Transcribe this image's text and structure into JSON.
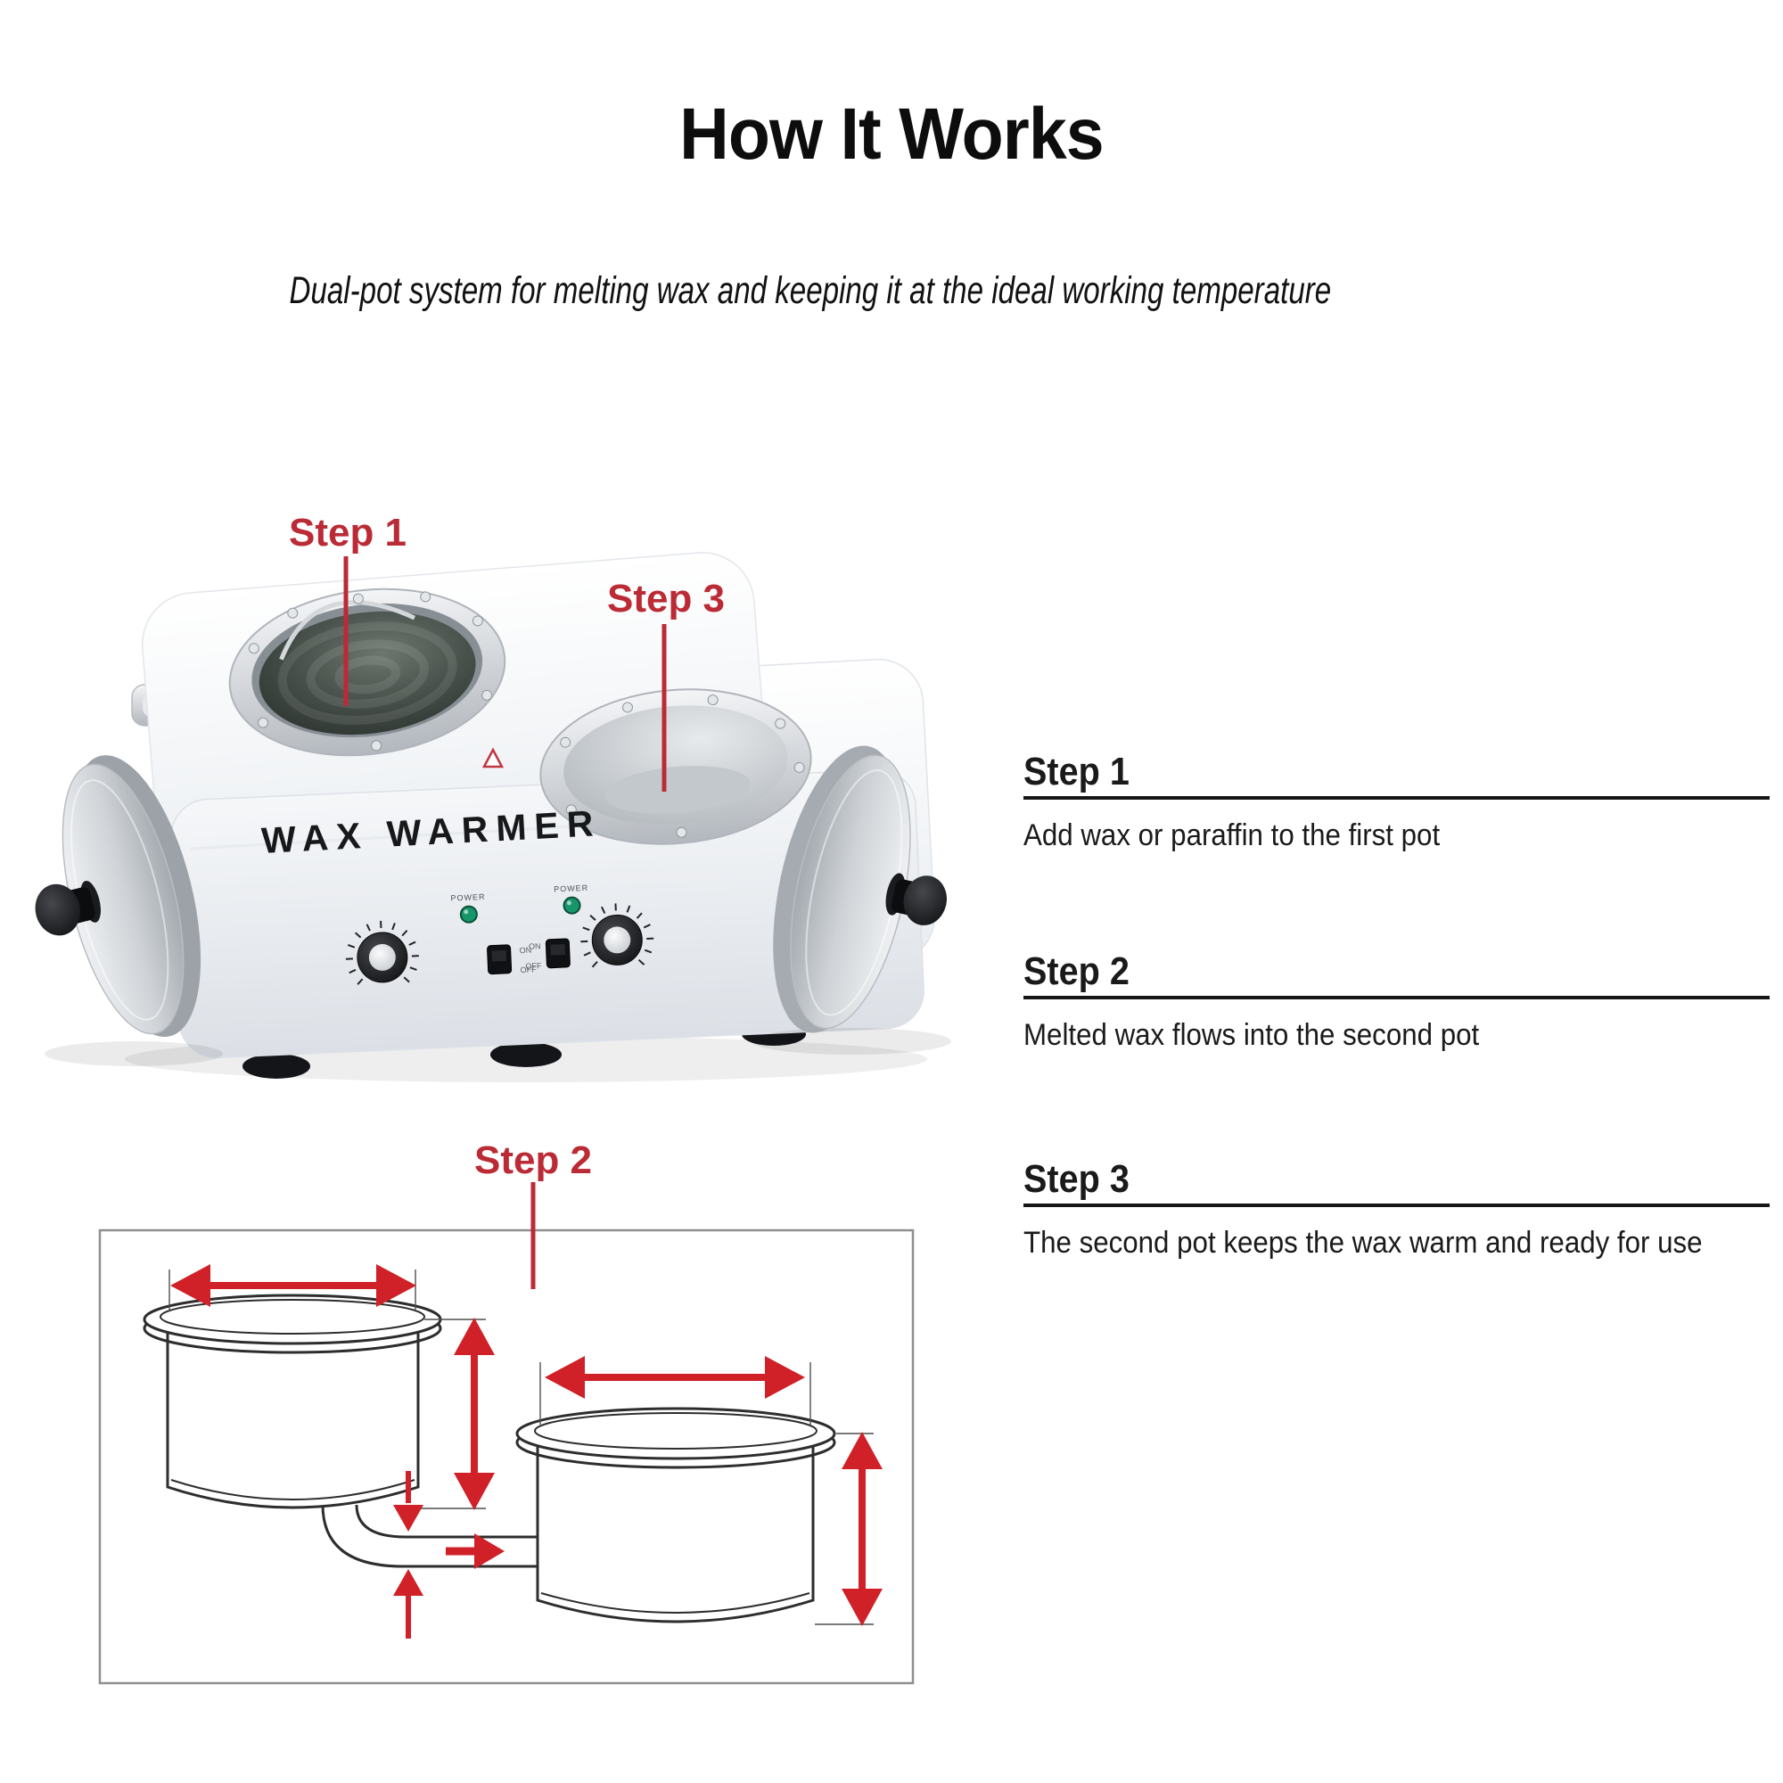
{
  "page": {
    "title": "How It Works",
    "subtitle": "Dual-pot system for melting wax and keeping it at the ideal working temperature"
  },
  "product": {
    "step1_label": "Step 1",
    "step3_label": "Step 3"
  },
  "diagram": {
    "step2_label": "Step 2"
  },
  "device": {
    "brand": "WAX WARMER",
    "power_label": "POWER",
    "on_label": "ON",
    "off_label": "OFF"
  },
  "steps": [
    {
      "heading": "Step 1",
      "description": "Add wax or paraffin to the first pot"
    },
    {
      "heading": "Step 2",
      "description": "Melted wax flows into the second pot"
    },
    {
      "heading": "Step 3",
      "description": "The second pot keeps the wax warm and ready for use"
    }
  ],
  "colors": {
    "accent-red": "#bb2b36",
    "arrow-red": "#cf2127",
    "text-dark": "#1a1a1a",
    "rule-dark": "#161616",
    "diagram-line": "#2d2d2d",
    "diagram-border": "#8f8f8f",
    "led-green": "#18966b"
  }
}
